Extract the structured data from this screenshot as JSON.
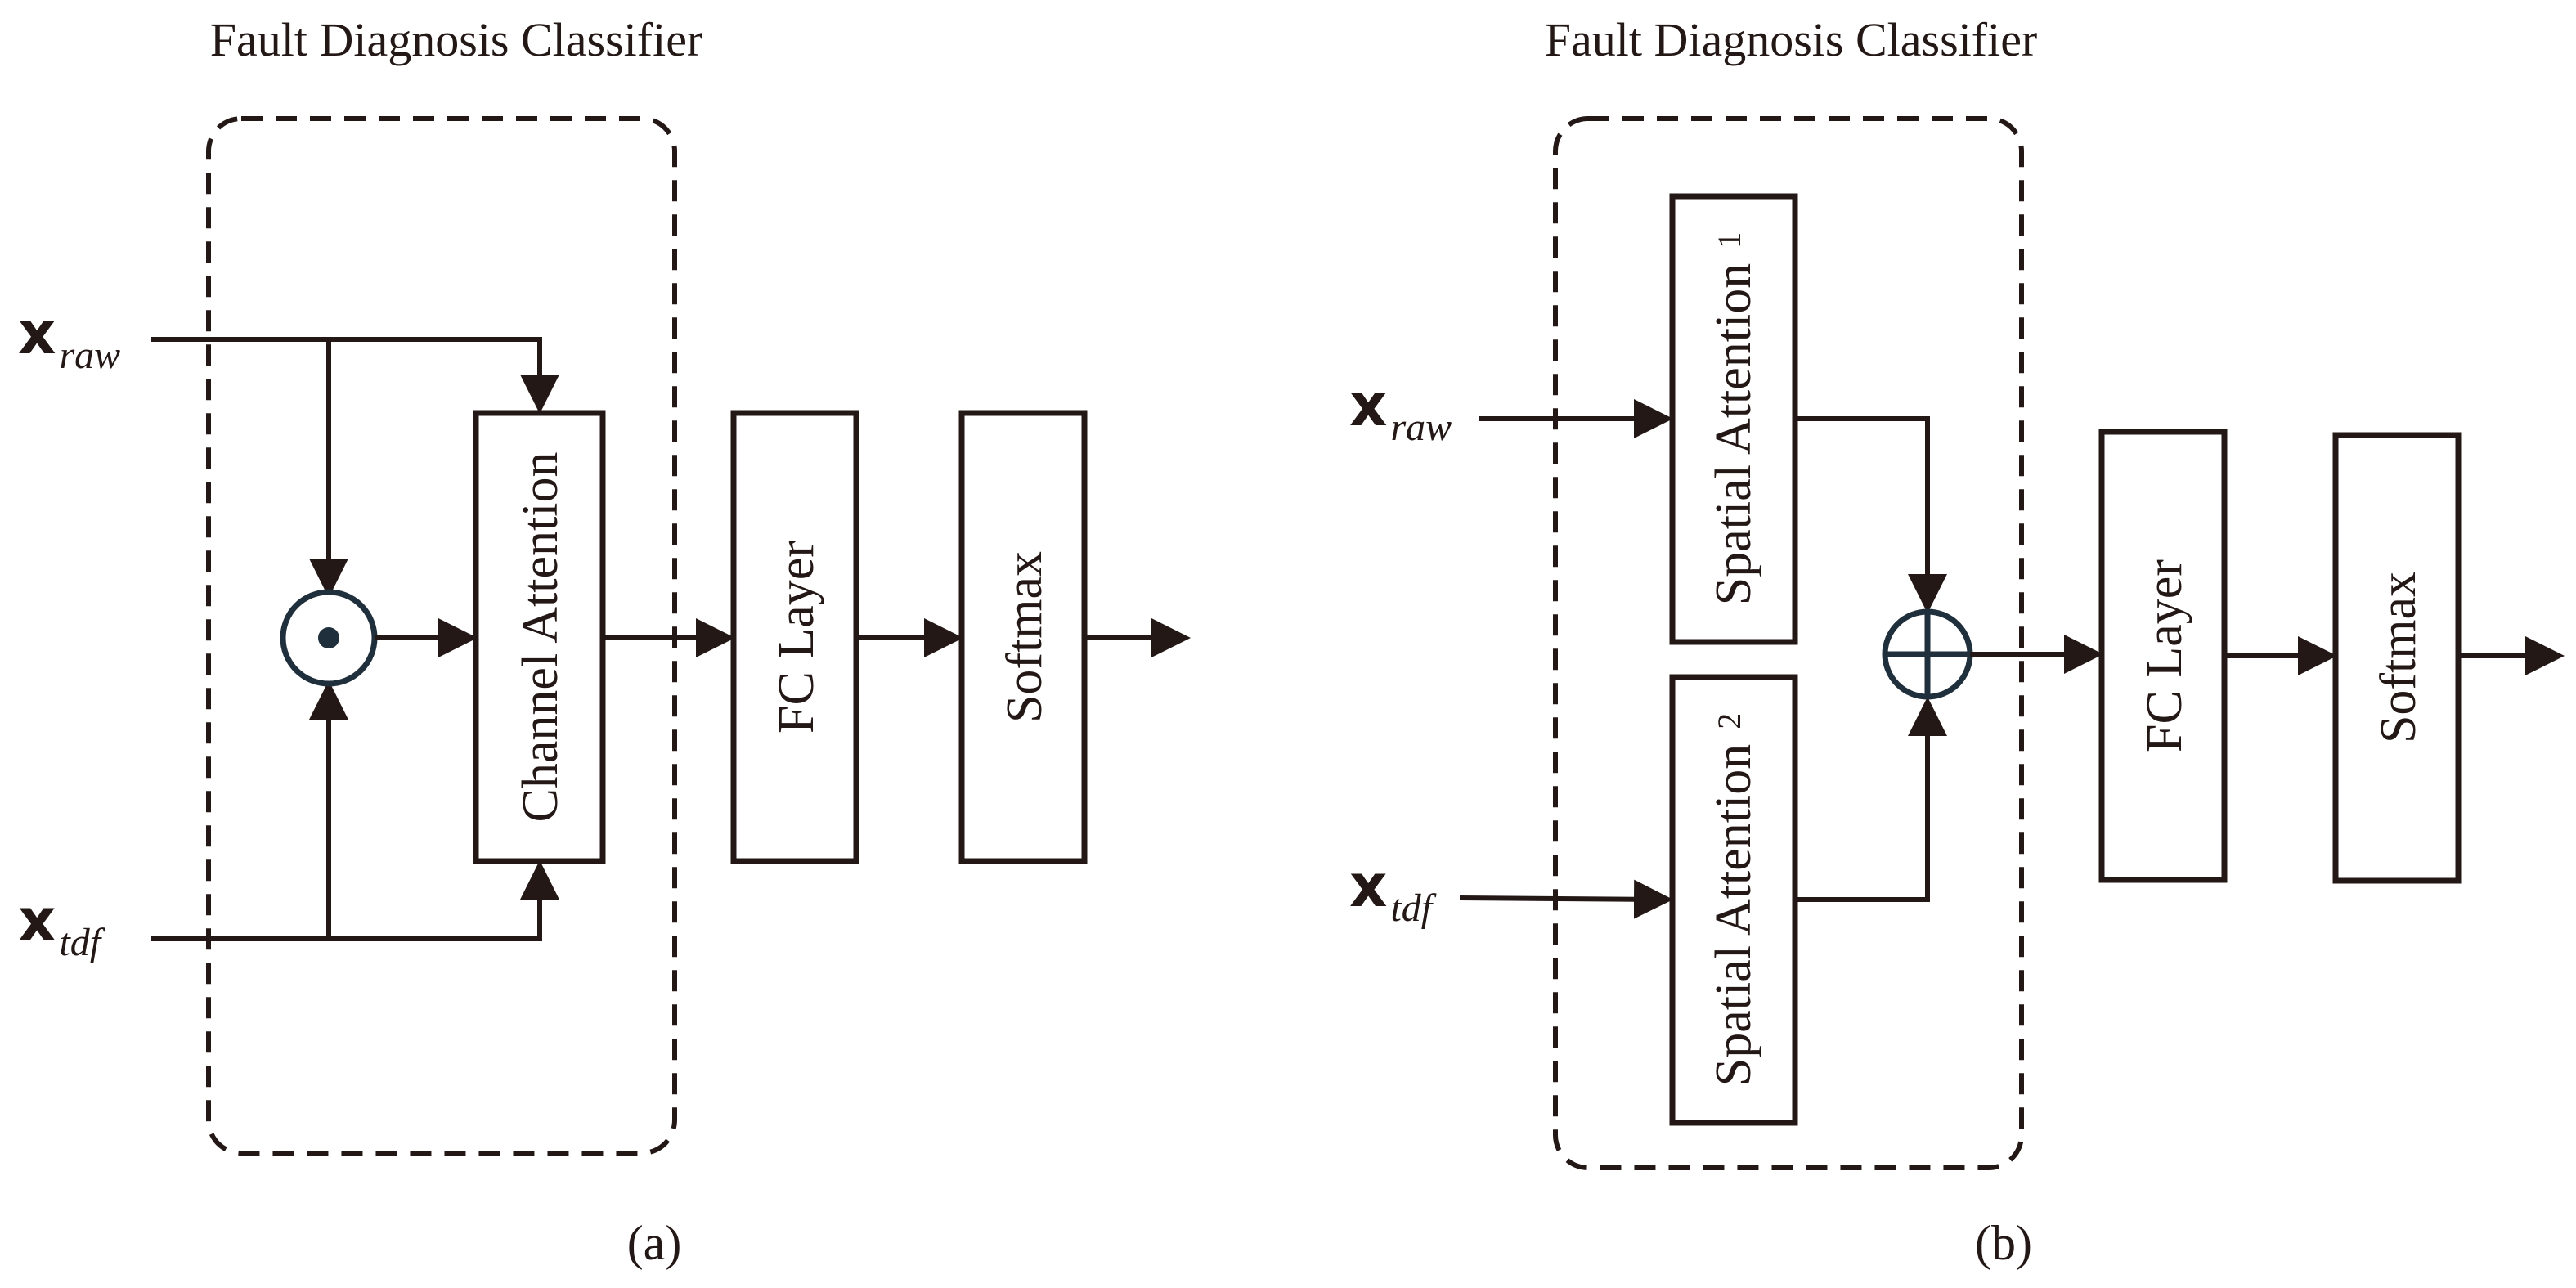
{
  "panel_a": {
    "title": "Fault Diagnosis Classifier",
    "input_raw": {
      "main": "x",
      "sub": "raw"
    },
    "input_tdf": {
      "main": "x",
      "sub": "tdf"
    },
    "channel_attention": "Channel Attention",
    "fc_layer": "FC Layer",
    "softmax": "Softmax",
    "caption": "(a)"
  },
  "panel_b": {
    "title": "Fault Diagnosis Classifier",
    "input_raw": {
      "main": "x",
      "sub": "raw"
    },
    "input_tdf": {
      "main": "x",
      "sub": "tdf"
    },
    "spatial_attention_1": {
      "label": "Spatial Attention",
      "index": "1"
    },
    "spatial_attention_2": {
      "label": "Spatial Attention",
      "index": "2"
    },
    "fc_layer": "FC Layer",
    "softmax": "Softmax",
    "caption": "(b)"
  }
}
